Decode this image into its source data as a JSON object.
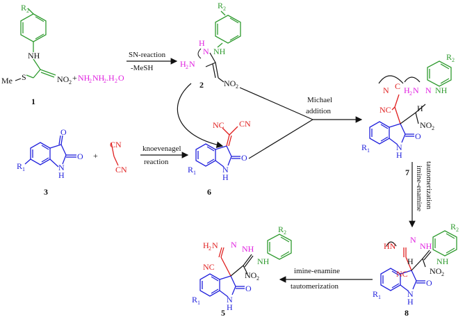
{
  "colors": {
    "green": "#2e9a2e",
    "magenta": "#e020e0",
    "blue": "#1f1fdc",
    "red": "#e01f1f",
    "black": "#111111"
  },
  "compounds": {
    "c1": {
      "number": "1",
      "R2": "R",
      "R2sub": "2",
      "NH": "NH",
      "MeS": "Me",
      "S": "S",
      "NO2": "NO",
      "NO2sub": "2"
    },
    "reagent": {
      "plus": "+",
      "hydrazine": "NH",
      "h_a": "2",
      "h_b": "NH",
      "h_c": "2",
      "h_d": ".H",
      "h_e": "2",
      "h_f": "O"
    },
    "c2": {
      "number": "2",
      "R2": "R",
      "R2sub": "2",
      "H": "H",
      "N": "N",
      "NH": "NH",
      "H2N": "H",
      "H2Nsub": "2",
      "H2Nn": "N",
      "NO2": "NO",
      "NO2sub": "2"
    },
    "c3": {
      "number": "3",
      "R1": "R",
      "R1sub": "1",
      "N": "N",
      "H": "H",
      "O1": "O",
      "O2": "O",
      "plus": "+"
    },
    "malononitrile": {
      "CN1": "CN",
      "CN2": "CN"
    },
    "c6": {
      "number": "6",
      "NC": "NC",
      "CN": "CN",
      "R1": "R",
      "R1sub": "1",
      "N": "N",
      "H": "H",
      "O": "O"
    },
    "c7": {
      "number": "7",
      "NC1": "N",
      "C1": "C",
      "H2N": "H",
      "H2Nsub": "2",
      "N1": "N",
      "N2": "N",
      "NC2": "NC",
      "H": "H",
      "NH": "NH",
      "NO2": "NO",
      "NO2sub": "2",
      "R2": "R",
      "R2sub": "2",
      "R1": "R",
      "R1sub": "1",
      "N": "N",
      "H2": "H",
      "O": "O"
    },
    "c8": {
      "number": "8",
      "HN": "HN",
      "N1": "N",
      "NH": "NH",
      "H": "H",
      "NH2": "NH",
      "NC": "NC",
      "NO2": "NO",
      "NO2sub": "2",
      "R2": "R",
      "R2sub": "2",
      "R1": "R",
      "R1sub": "1",
      "N": "N",
      "H2": "H",
      "O": "O"
    },
    "c5": {
      "number": "5",
      "H2N": "H",
      "H2Nsub": "2",
      "H2Nn": "N",
      "N1": "N",
      "NH": "NH",
      "NH2": "NH",
      "NC": "NC",
      "NO2": "NO",
      "NO2sub": "2",
      "R2": "R",
      "R2sub": "2",
      "R1": "R",
      "R1sub": "1",
      "N": "N",
      "H": "H",
      "O": "O"
    }
  },
  "arrows": {
    "sn": {
      "line1": "SN-reaction",
      "line2": "-MeSH"
    },
    "knoev": {
      "line1": "knoevenagel",
      "line2": "reaction"
    },
    "michael": {
      "line1": "Michael",
      "line2": "addition"
    },
    "taut1": {
      "line1": "imine-enamine",
      "line2": "tautomerization"
    },
    "taut2": {
      "line1": "imine-enamine",
      "line2": "tautomerization"
    }
  }
}
